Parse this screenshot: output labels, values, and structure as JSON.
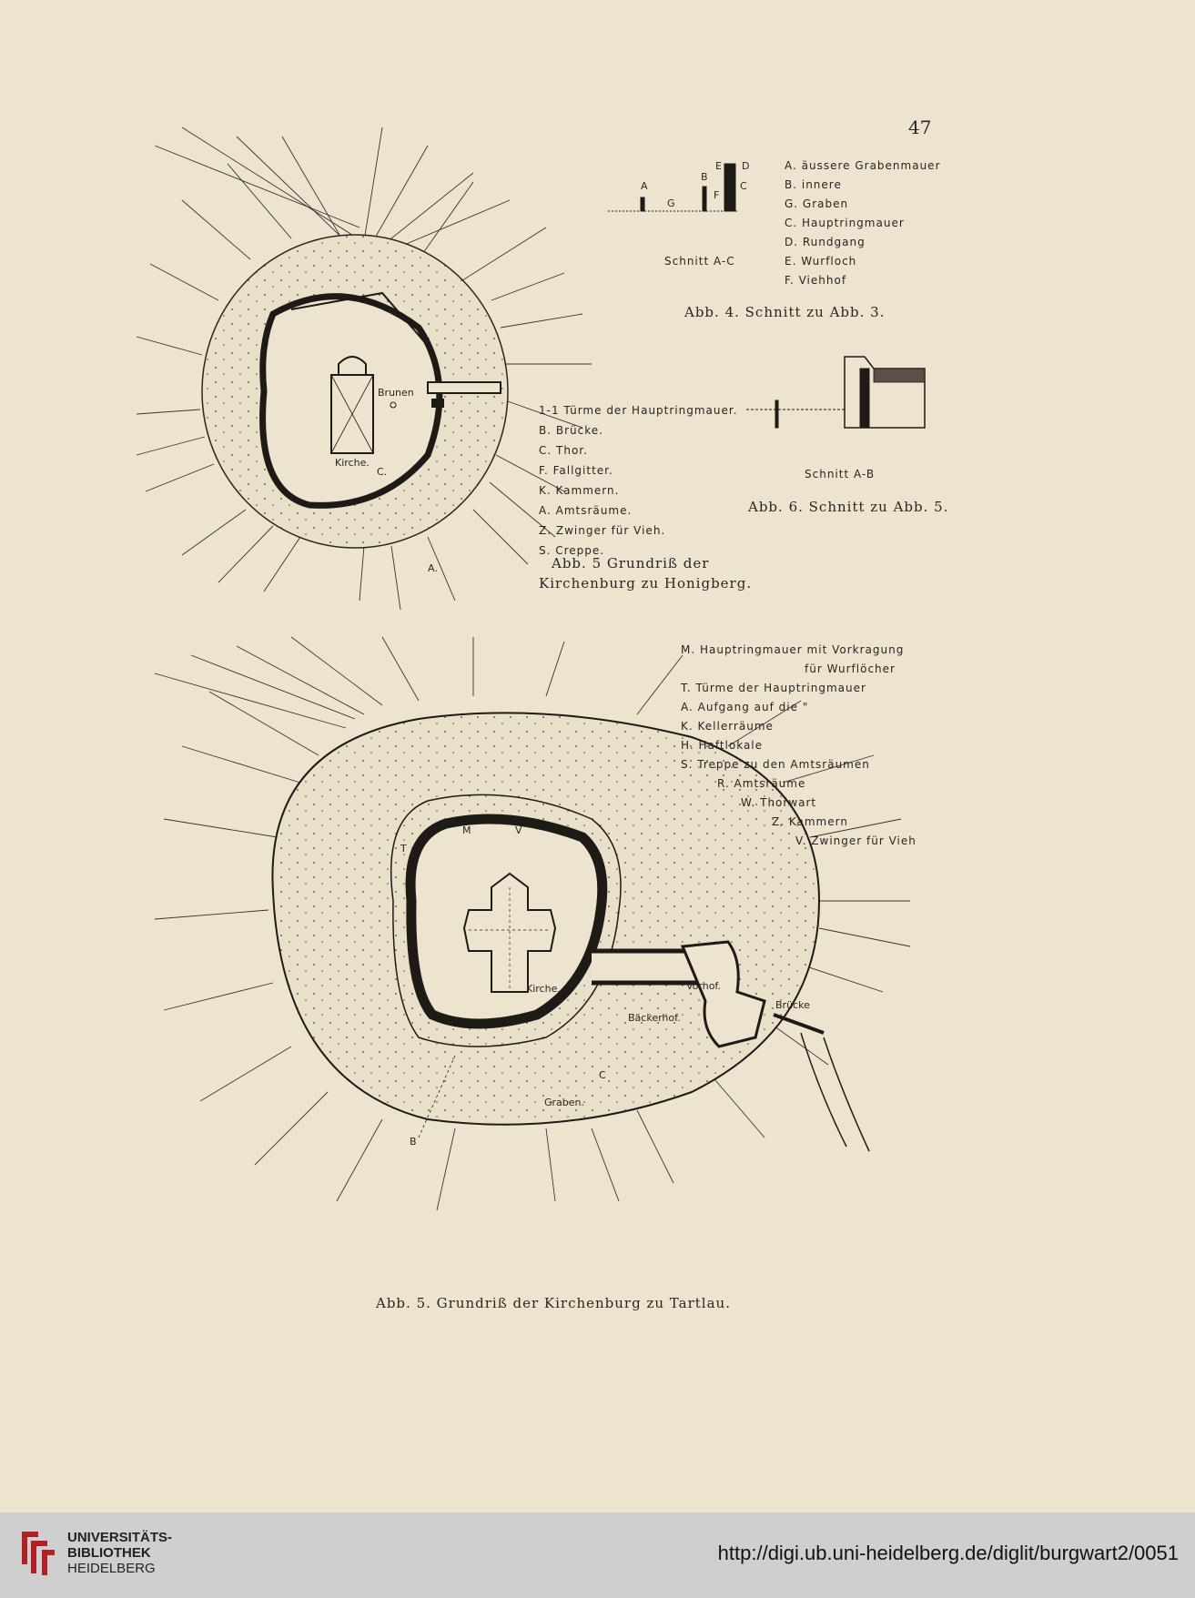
{
  "page_number": "47",
  "section_legend": [
    "A. äussere Grabenmauer",
    "B. innere",
    "G. Graben",
    "C. Hauptringmauer",
    "D. Rundgang",
    "E. Wurfloch",
    "F. Viehhof"
  ],
  "section_title": "Schnitt A-C",
  "section_letters": [
    "A",
    "G",
    "B",
    "E",
    "D",
    "F",
    "C"
  ],
  "caption_abb4": "Abb. 4. Schnitt zu Abb. 3.",
  "plan1_legend": [
    "1-1 Türme der Hauptringmauer.",
    "B. Brücke.",
    "C. Thor.",
    "F. Fallgitter.",
    "K. Kammern.",
    "A. Amtsräume.",
    "Z. Zwinger für Vieh.",
    "S. Creppe."
  ],
  "plan1_labels": {
    "church": "Kirche.",
    "well": "Brunen",
    "gate": "C.",
    "a": "A."
  },
  "caption_abb5_top": [
    "Abb. 5 Grundriß der",
    "Kirchenburg zu Honigberg."
  ],
  "section2_title": "Schnitt A-B",
  "caption_abb6": "Abb. 6. Schnitt zu Abb. 5.",
  "plan2_legend": [
    "M. Hauptringmauer mit Vorkragung",
    "für Wurflöcher",
    "T. Türme der Hauptringmauer",
    "A. Aufgang auf die \"",
    "K. Kellerräume",
    "H. Haftlokale",
    "S. Treppe zu den Amtsräumen",
    "R. Amtsräume",
    "W. Thorwart",
    "Z. Kammern",
    "V. Zwinger für Vieh"
  ],
  "plan2_labels": {
    "church": "Kirche.",
    "forecourt": "Vorhof.",
    "bakery": "Bäckerhof.",
    "bridge": "Brücke",
    "moat": "Graben.",
    "b": "B",
    "t": "T",
    "m": "M",
    "v": "V",
    "c": "C"
  },
  "caption_abb5_bottom": "Abb. 5. Grundriß der Kirchenburg zu Tartlau.",
  "footer": {
    "library_lines": [
      "UNIVERSITÄTS-",
      "BIBLIOTHEK",
      "HEIDELBERG"
    ],
    "url": "http://digi.ub.uni-heidelberg.de/diglit/burgwart2/0051"
  }
}
